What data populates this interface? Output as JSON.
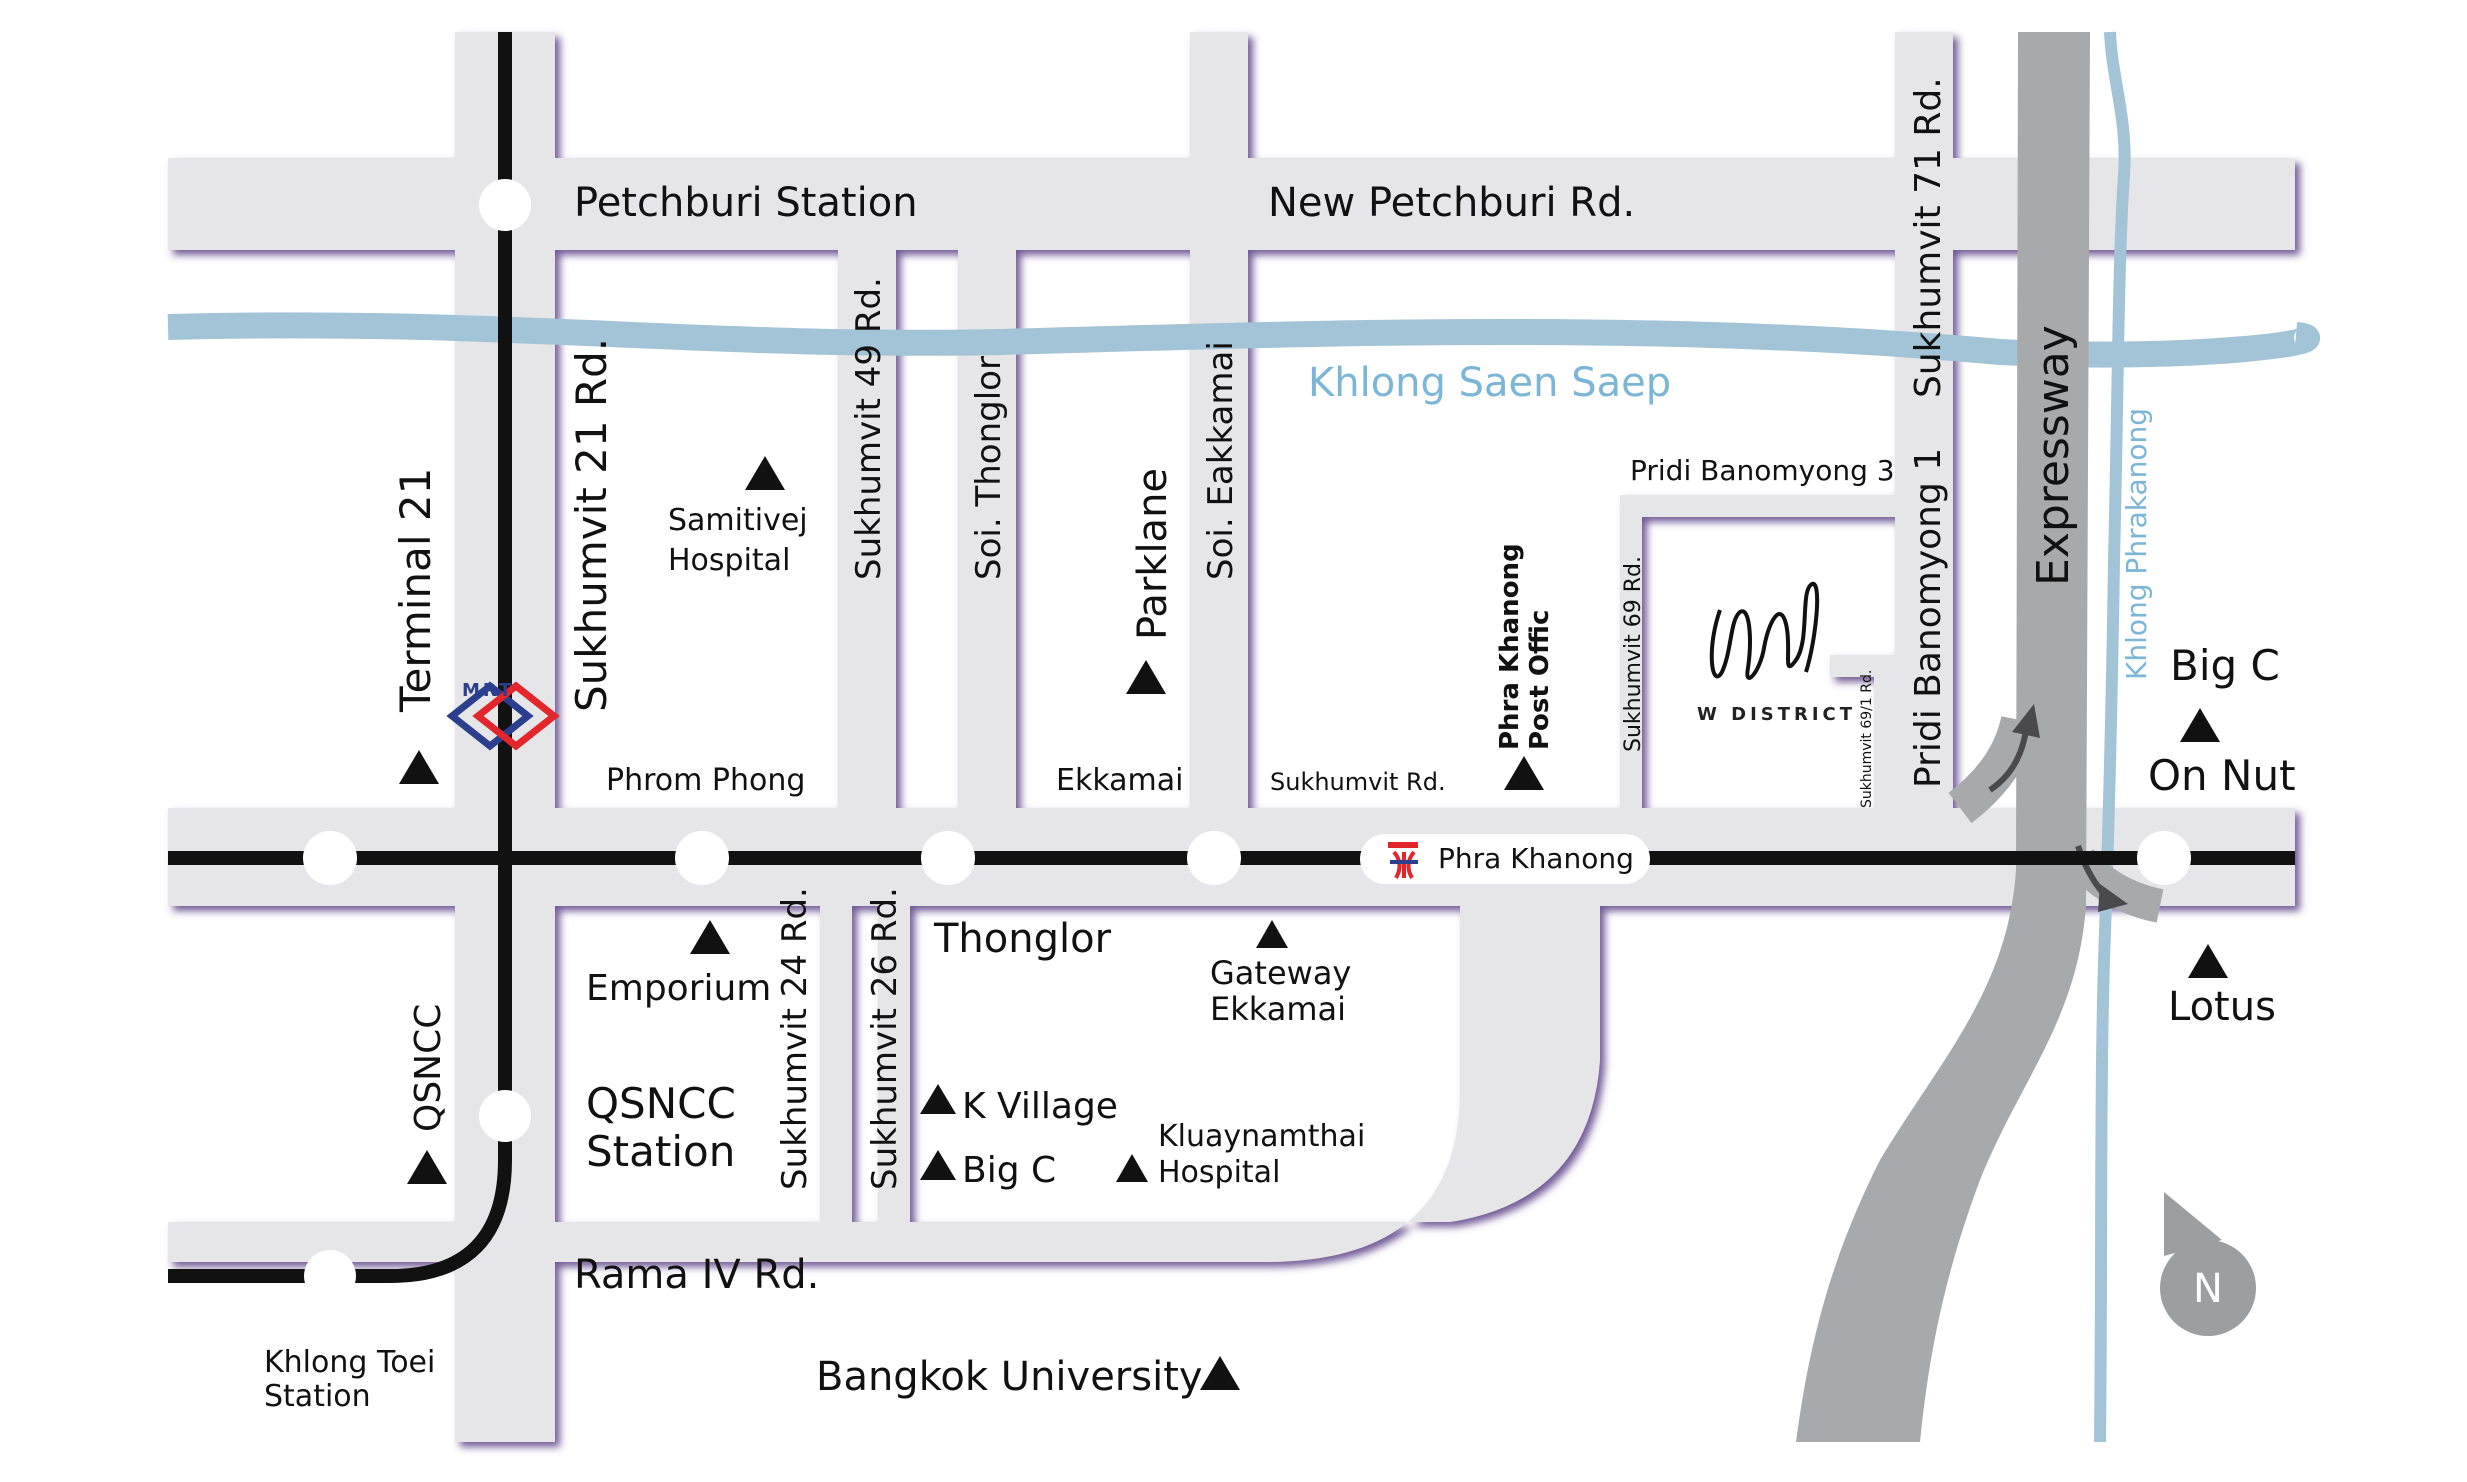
{
  "colors": {
    "road": "#e6e6e8",
    "road_shadow": "#5b3f86",
    "rail": "#111111",
    "station": "#ffffff",
    "water": "#a3c4d6",
    "water_label": "#7bb6d6",
    "expressway": "#a8a9ab",
    "compass": "#9d9ea0",
    "mrt_red": "#e2262c",
    "mrt_blue": "#2c3f8f"
  },
  "roads": {
    "new_petchburi": "New Petchburi Rd.",
    "rama_iv": "Rama IV Rd.",
    "sukhumvit": "Sukhumvit Rd.",
    "sukhumvit_21": "Sukhumvit 21 Rd.",
    "sukhumvit_49": "Sukhumvit 49 Rd.",
    "soi_thonglor": "Soi. Thonglor",
    "soi_eakkamai": "Soi. Eakkamai",
    "sukhumvit_71": "Sukhumvit 71 Rd.",
    "sukhumvit_69": "Sukhumvit 69 Rd.",
    "sukhumvit_69_1": "Sukhumvit 69/1 Rd.",
    "pridi_1": "Pridi Banomyong 1",
    "pridi_3": "Pridi Banomyong 3",
    "sukhumvit_24": "Sukhumvit 24 Rd.",
    "sukhumvit_26": "Sukhumvit 26 Rd.",
    "expressway": "Expressway"
  },
  "water": {
    "saen_saep": "Khlong Saen Saep",
    "phrakanong": "Khlong Phrakanong"
  },
  "stations": {
    "petchburi": "Petchburi Station",
    "phrom_phong": "Phrom Phong",
    "ekkamai": "Ekkamai",
    "phra_khanong": "Phra Khanong",
    "thonglor": "Thonglor",
    "qsncc_station_1": "QSNCC",
    "qsncc_station_2": "Station",
    "khlong_toei_1": "Khlong Toei",
    "khlong_toei_2": "Station",
    "on_nut": "On Nut"
  },
  "landmarks": {
    "terminal_21": "Terminal 21",
    "samitivej_1": "Samitivej",
    "samitivej_2": "Hospital",
    "parklane": "Parklane",
    "post_office_1": "Phra Khanong",
    "post_office_2": "Post Offic",
    "big_c_on_nut": "Big C",
    "emporium": "Emporium",
    "qsncc": "QSNCC",
    "gateway_1": "Gateway",
    "gateway_2": "Ekkamai",
    "k_village": "K Village",
    "big_c_south": "Big C",
    "kluaynamthai_1": "Kluaynamthai",
    "kluaynamthai_2": "Hospital",
    "lotus": "Lotus",
    "bangkok_university": "Bangkok University"
  },
  "logos": {
    "w_district": "W DISTRICT",
    "mrt": "MRT",
    "bts": "BTS"
  },
  "compass": {
    "label": "N"
  }
}
